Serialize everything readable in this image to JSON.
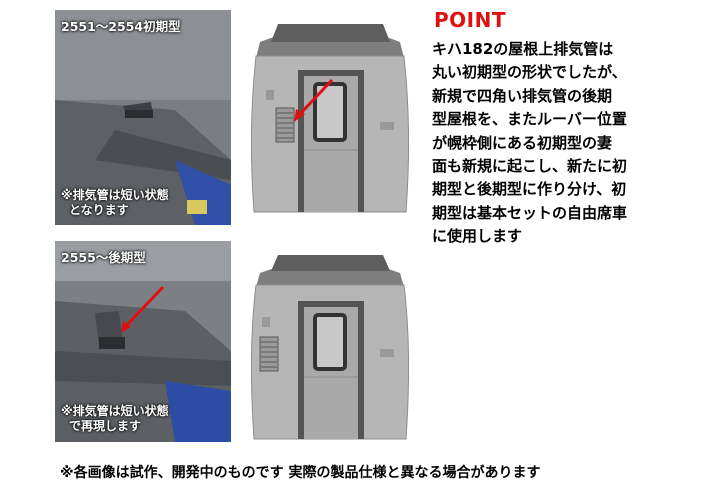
{
  "top_photo": {
    "label": "2551〜2554初期型",
    "note_lines": [
      "※排気管は短い状態",
      "となります"
    ]
  },
  "bottom_photo": {
    "label": "2555〜後期型",
    "note_lines": [
      "※排気管は短い状態",
      "で再現します"
    ]
  },
  "point": {
    "title": "POINT",
    "body_lines": [
      "キハ182の屋根上排気管は",
      "丸い初期型の形状でしたが、",
      "新規で四角い排気管の後期",
      "型屋根を、またルーバー位置",
      "が幌枠側にある初期型の妻",
      "面も新規に起こし、新たに初",
      "期型と後期型に作り分け、初",
      "期型は基本セットの自由席車",
      "に使用します"
    ]
  },
  "footer": "※各画像は試作、開発中のものです 実際の製品仕様と異なる場合があります",
  "colors": {
    "accent_red": "#e01010",
    "photo_gray": "#6f7377",
    "model_gray": "#b8b8b8"
  }
}
